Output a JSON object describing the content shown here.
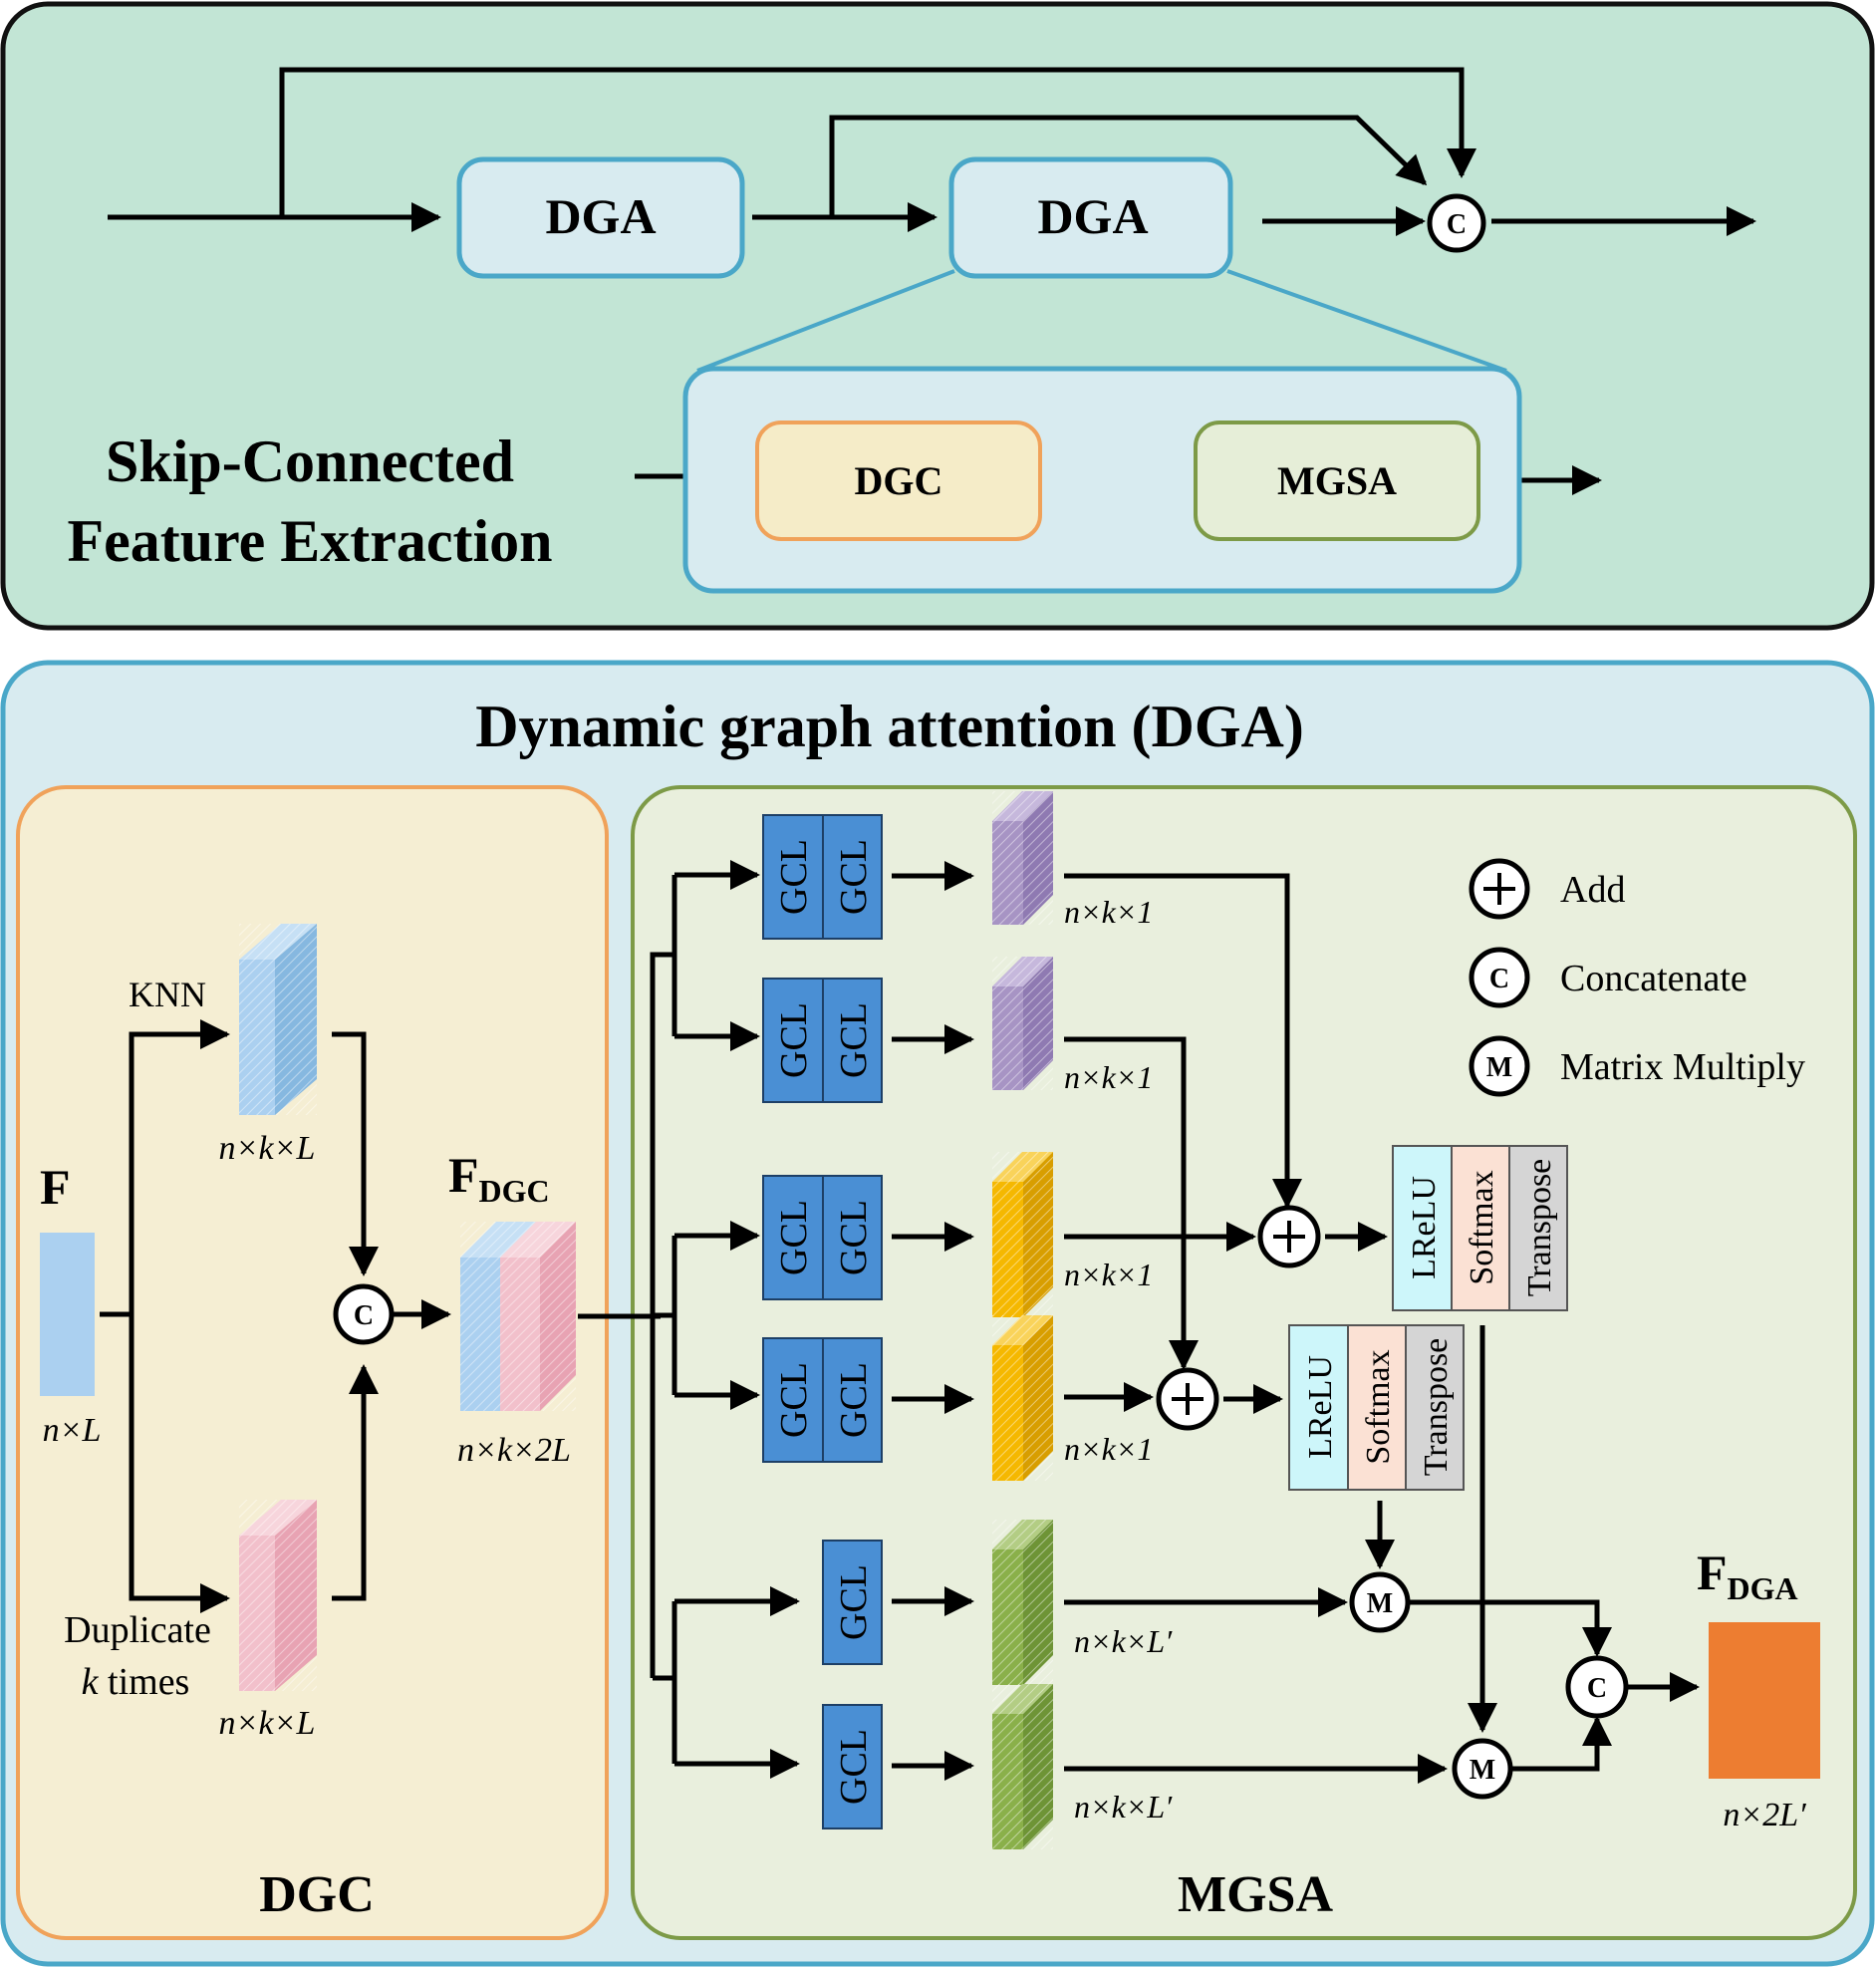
{
  "top": {
    "title_line1": "Skip-Connected",
    "title_line2": "Feature Extraction",
    "dga_label": "DGA",
    "dgc_label": "DGC",
    "mgsa_label": "MGSA",
    "concat_symbol": "C"
  },
  "bottom": {
    "title": "Dynamic graph attention (DGA)",
    "dgc": {
      "label": "DGC",
      "input_label": "F",
      "input_dim": "n×L",
      "knn_label": "KNN",
      "knn_dim": "n×k×L",
      "duplicate_line1": "Duplicate",
      "duplicate_line2_k": "k",
      "duplicate_line2_rest": " times",
      "dup_dim": "n×k×L",
      "output_label_main": "F",
      "output_label_sub": "DGC",
      "output_dim": "n×k×2L"
    },
    "mgsa": {
      "label": "MGSA",
      "gcl_label": "GCL",
      "dim_k1": "n×k×1",
      "dim_kL": "n×k×L′",
      "lrelu": "LReLU",
      "softmax": "Softmax",
      "transpose": "Transpose",
      "output_label_main": "F",
      "output_label_sub": "DGA",
      "output_dim": "n×2L′"
    },
    "legend": {
      "add": "Add",
      "concatenate": "Concatenate",
      "matrix_multiply": "Matrix Multiply"
    },
    "symbols": {
      "concat": "C",
      "matmul": "M"
    }
  },
  "colors": {
    "top_panel_bg": "#c2e5d5",
    "bottom_panel_bg": "#d8ebf0",
    "dgc_panel_bg": "#f5eed3",
    "mgsa_panel_bg": "#e9efdd",
    "dga_box_fill": "#d8ebf0",
    "dga_box_stroke": "#4aa7c8",
    "dgc_box_fill": "#f5ecc8",
    "dgc_box_stroke": "#f0a25a",
    "mgsa_box_fill": "#e6eed8",
    "mgsa_box_stroke": "#7d9a47",
    "gcl_fill": "#4a8fd4",
    "blue_block": "#abd0f0",
    "pink_block": "#f2c0cb",
    "purple_block": "#a794c4",
    "yellow_block": "#f5b800",
    "green_block": "#8ab04a",
    "lrelu_fill": "#cdf6fa",
    "softmax_fill": "#fbe1d4",
    "transpose_fill": "#d5d5d5",
    "output_fill": "#ed7d31"
  }
}
